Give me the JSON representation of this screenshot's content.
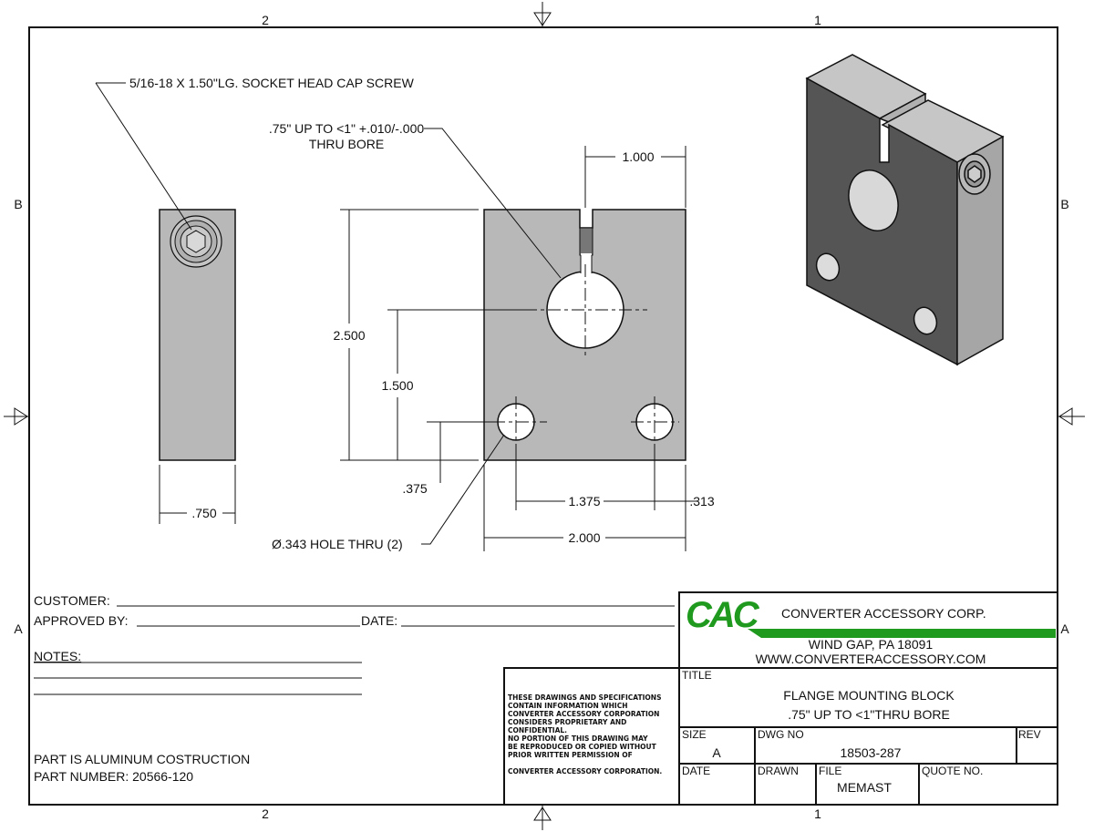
{
  "zones": {
    "top_left": "2",
    "top_right": "1",
    "bottom_left": "2",
    "bottom_right": "1",
    "left_upper": "B",
    "left_lower": "A",
    "right_upper": "B",
    "right_lower": "A"
  },
  "notes": {
    "screw": "5/16-18 X 1.50\"LG. SOCKET HEAD CAP SCREW",
    "bore_line1": ".75\" UP TO <1\" +.010/-.000",
    "bore_line2": "THRU BORE",
    "hole": "Ø.343 HOLE THRU (2)"
  },
  "dimensions": {
    "width_top": "1.000",
    "height": "2.500",
    "bore_height": "1.500",
    "hole_height": ".375",
    "thickness": ".750",
    "hole_spacing": "1.375",
    "edge": ".313",
    "width": "2.000"
  },
  "form": {
    "customer": "CUSTOMER:",
    "approved_by": "APPROVED BY:",
    "date": "DATE:",
    "notes": "NOTES:",
    "material": "PART IS ALUMINUM COSTRUCTION",
    "part_number": "PART NUMBER: 20566-120"
  },
  "disclaimer": [
    "THESE DRAWINGS AND SPECIFICATIONS",
    "CONTAIN INFORMATION WHICH",
    "CONVERTER ACCESSORY CORPORATION",
    "CONSIDERS PROPRIETARY AND",
    "CONFIDENTIAL.",
    "NO PORTION OF THIS DRAWING MAY",
    "BE REPRODUCED OR COPIED WITHOUT",
    "PRIOR WRITTEN PERMISSION OF",
    "CONVERTER ACCESSORY CORPORATION."
  ],
  "company": {
    "logo": "CAC",
    "name": "CONVERTER ACCESSORY CORP.",
    "city": "WIND GAP, PA 18091",
    "web": "WWW.CONVERTERACCESSORY.COM",
    "brand_color": "#1f9a1f"
  },
  "title_block": {
    "title_label": "TITLE",
    "title_line1": "FLANGE MOUNTING BLOCK",
    "title_line2": ".75\" UP TO <1\"THRU BORE",
    "size_label": "SIZE",
    "size": "A",
    "dwg_label": "DWG NO",
    "dwg_no": "18503-287",
    "rev_label": "REV",
    "date_label": "DATE",
    "drawn_label": "DRAWN",
    "file_label": "FILE",
    "file": "MEMAST",
    "quote_label": "QUOTE NO."
  }
}
